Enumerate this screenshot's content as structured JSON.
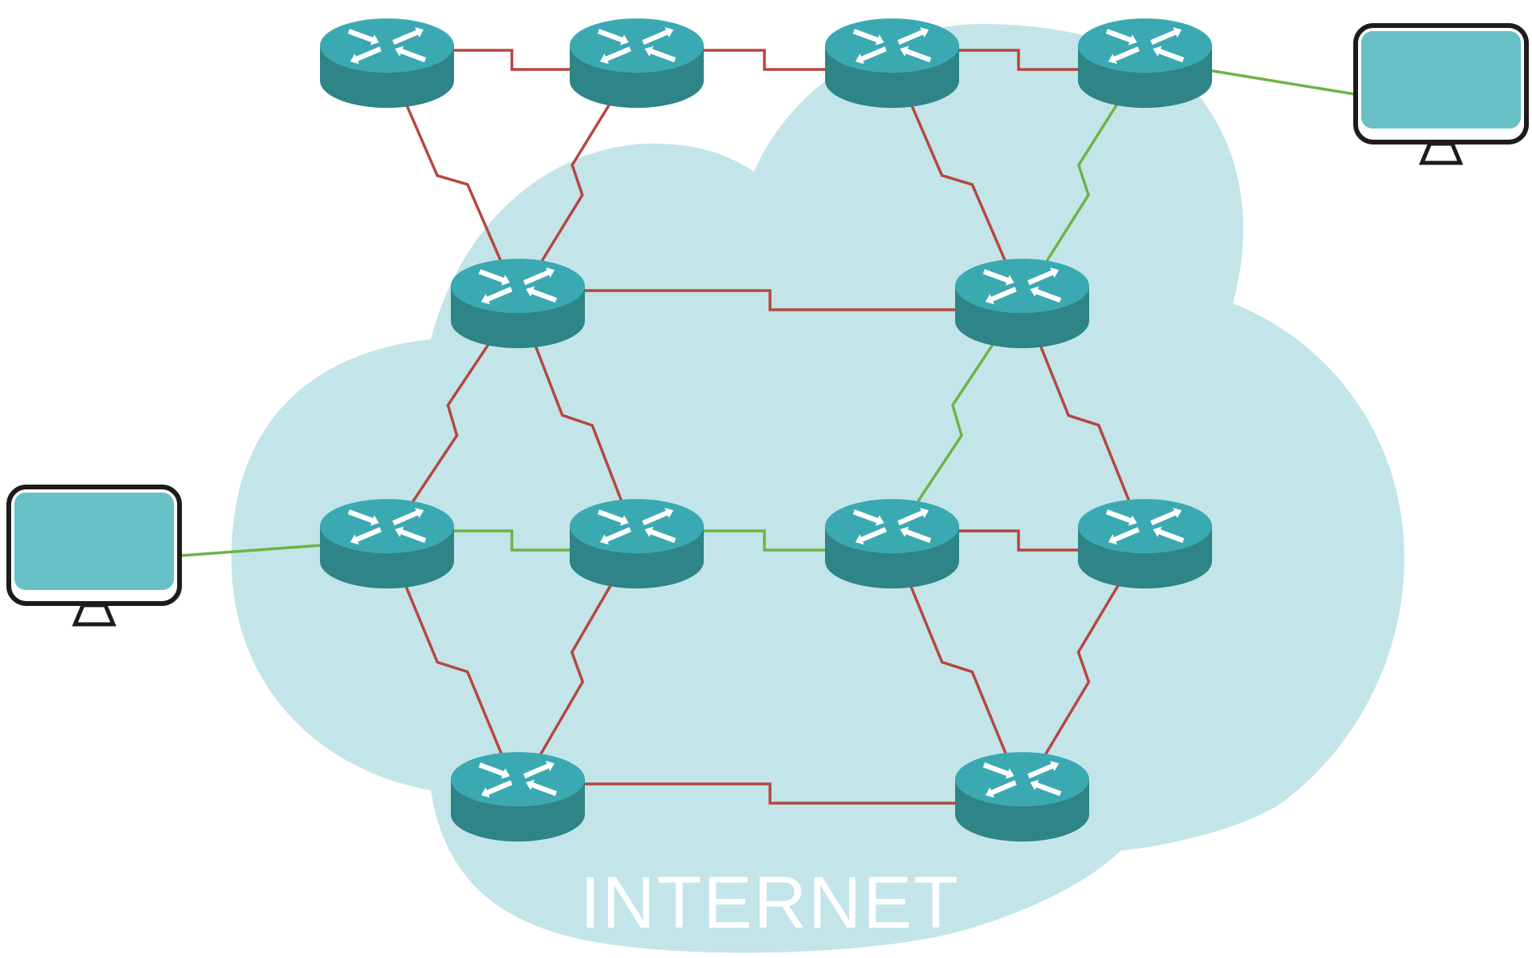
{
  "cloud": {
    "label": "INTERNET"
  },
  "colors": {
    "background": "#ffffff",
    "cloud": "#c3e5e9",
    "cloud_label": "#ffffff",
    "router_top": "#3ba9b2",
    "router_body": "#2e8486",
    "router_arrows": "#ffffff",
    "link_inactive": "#b5473e",
    "link_active_path": "#6cb445",
    "monitor_frame": "#1c1c1c",
    "monitor_screen": "#68c1c7"
  },
  "routers": [
    {
      "id": "r-top-1",
      "icon": "router-icon"
    },
    {
      "id": "r-top-2",
      "icon": "router-icon"
    },
    {
      "id": "r-top-3",
      "icon": "router-icon"
    },
    {
      "id": "r-top-4",
      "icon": "router-icon"
    },
    {
      "id": "r-mid-left",
      "icon": "router-icon"
    },
    {
      "id": "r-mid-right",
      "icon": "router-icon"
    },
    {
      "id": "r-row3-1",
      "icon": "router-icon"
    },
    {
      "id": "r-row3-2",
      "icon": "router-icon"
    },
    {
      "id": "r-row3-3",
      "icon": "router-icon"
    },
    {
      "id": "r-row3-4",
      "icon": "router-icon"
    },
    {
      "id": "r-bottom-left",
      "icon": "router-icon"
    },
    {
      "id": "r-bottom-right",
      "icon": "router-icon"
    }
  ],
  "computers": [
    {
      "id": "pc-left",
      "icon": "computer-monitor-icon"
    },
    {
      "id": "pc-right",
      "icon": "computer-monitor-icon"
    }
  ],
  "links": [
    {
      "from": "r-top-1",
      "to": "r-top-2",
      "status": "inactive"
    },
    {
      "from": "r-top-2",
      "to": "r-top-3",
      "status": "inactive"
    },
    {
      "from": "r-top-3",
      "to": "r-top-4",
      "status": "inactive"
    },
    {
      "from": "r-top-4",
      "to": "pc-right",
      "status": "active"
    },
    {
      "from": "r-top-1",
      "to": "r-mid-left",
      "status": "inactive"
    },
    {
      "from": "r-top-2",
      "to": "r-mid-left",
      "status": "inactive"
    },
    {
      "from": "r-top-3",
      "to": "r-mid-right",
      "status": "inactive"
    },
    {
      "from": "r-top-4",
      "to": "r-mid-right",
      "status": "active"
    },
    {
      "from": "r-mid-left",
      "to": "r-mid-right",
      "status": "inactive"
    },
    {
      "from": "r-mid-left",
      "to": "r-row3-1",
      "status": "inactive"
    },
    {
      "from": "r-mid-left",
      "to": "r-row3-2",
      "status": "inactive"
    },
    {
      "from": "r-mid-right",
      "to": "r-row3-3",
      "status": "active"
    },
    {
      "from": "r-mid-right",
      "to": "r-row3-4",
      "status": "inactive"
    },
    {
      "from": "pc-left",
      "to": "r-row3-1",
      "status": "active"
    },
    {
      "from": "r-row3-1",
      "to": "r-row3-2",
      "status": "active"
    },
    {
      "from": "r-row3-2",
      "to": "r-row3-3",
      "status": "active"
    },
    {
      "from": "r-row3-3",
      "to": "r-row3-4",
      "status": "inactive"
    },
    {
      "from": "r-row3-1",
      "to": "r-bottom-left",
      "status": "inactive"
    },
    {
      "from": "r-row3-2",
      "to": "r-bottom-left",
      "status": "inactive"
    },
    {
      "from": "r-row3-3",
      "to": "r-bottom-right",
      "status": "inactive"
    },
    {
      "from": "r-row3-4",
      "to": "r-bottom-right",
      "status": "inactive"
    },
    {
      "from": "r-bottom-left",
      "to": "r-bottom-right",
      "status": "inactive"
    }
  ]
}
